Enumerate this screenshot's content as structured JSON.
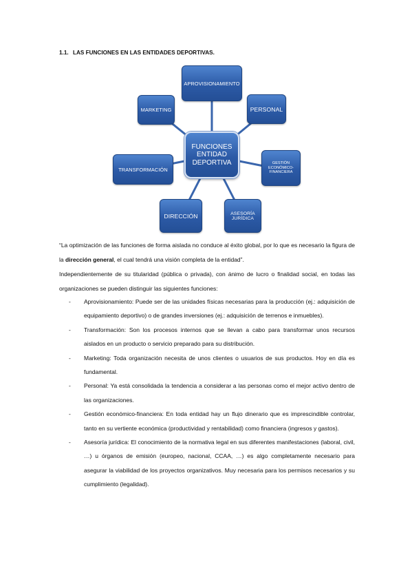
{
  "heading": {
    "number": "1.1.",
    "title": "LAS FUNCIONES EN LAS ENTIDADES DEPORTIVAS."
  },
  "diagram": {
    "center": [
      "FUNCIONES",
      "ENTIDAD",
      "DEPORTIVA"
    ],
    "aprovisionamiento": "APROVISIONAMIENTO",
    "marketing": "MARKETING",
    "personal": "PERSONAL",
    "gestion": [
      "GESTIÓN",
      "ECONÓMICO-",
      "FINANCIERA"
    ],
    "transformacion": "TRANSFORMACIÓN",
    "direccion": "DIRECCIÓN",
    "asesoria": [
      "ASESORÍA",
      "JURÍDICA"
    ]
  },
  "quote": {
    "before": "“La optimización de las funciones de forma aislada no conduce al éxito global, por lo que es necesario la figura de la ",
    "bold": "dirección general",
    "after": ", el cual tendrá una visión completa de la entidad”."
  },
  "intro": "Independientemente de su titularidad (pública o privada), con ánimo de lucro o finalidad social, en todas las organizaciones se pueden distinguir las siguientes funciones:",
  "items": [
    "Aprovisionamiento: Puede ser de las unidades físicas necesarias para la producción (ej.: adquisición de equipamiento deportivo) o de grandes inversiones (ej.: adquisición de terrenos e inmuebles).",
    "Transformación: Son los procesos internos que se llevan a cabo para transformar unos recursos aislados en un producto o servicio preparado para su distribución.",
    "Marketing: Toda organización necesita de unos clientes o usuarios de sus productos. Hoy en día es fundamental.",
    "Personal: Ya está consolidada la tendencia a considerar a las personas como el mejor activo dentro de las organizaciones.",
    "Gestión económico-financiera: En toda entidad hay un flujo dinerario que es imprescindible controlar, tanto en su vertiente económica (productividad y rentabilidad) como financiera (ingresos y gastos).",
    "Asesoría jurídica: El conocimiento de la normativa legal en sus diferentes manifestaciones (laboral, civil, …) u órganos de emisión (europeo, nacional, CCAA, …) es algo completamente necesario para asegurar la viabilidad de los proyectos organizativos. Muy necesaria para los permisos necesarios y su cumplimiento (legalidad)."
  ],
  "bullet": "-"
}
